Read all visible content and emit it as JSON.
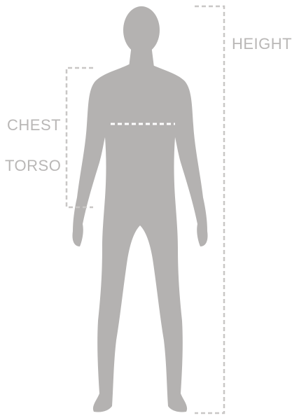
{
  "labels": {
    "height": "HEIGHT",
    "chest": "CHEST",
    "torso": "TORSO"
  },
  "colors": {
    "figure": "#b4b2b1",
    "dash": "#c9c7c6",
    "chest_line": "#ffffff",
    "text": "#b9b7b6",
    "background": "#ffffff"
  }
}
